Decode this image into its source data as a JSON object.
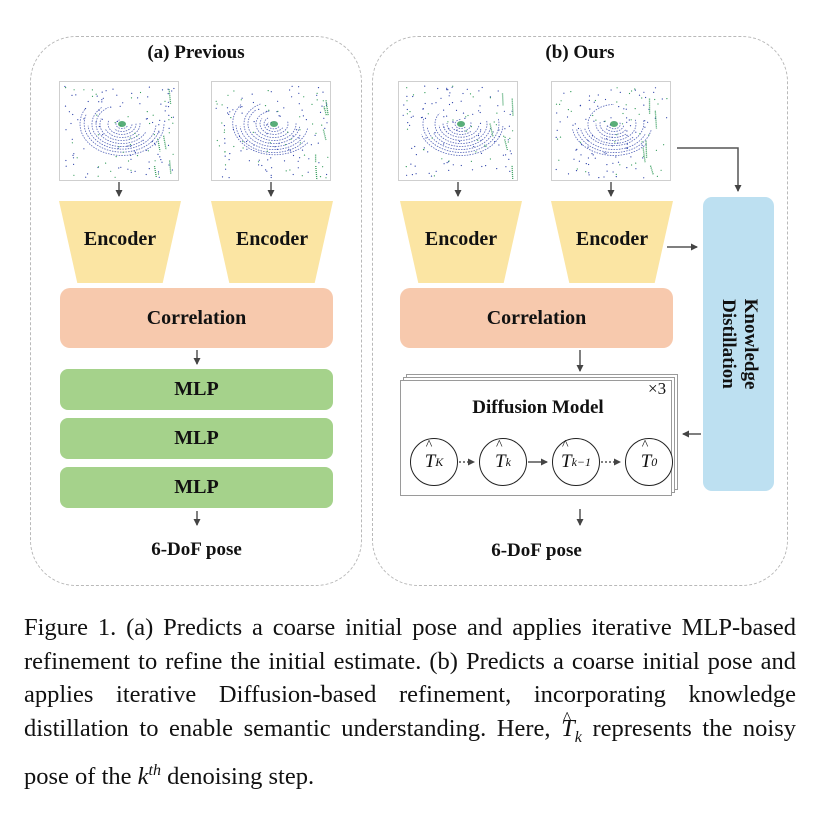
{
  "panels": {
    "previous": {
      "title": "(a) Previous",
      "encoder_left": "Encoder",
      "encoder_right": "Encoder",
      "correlation": "Correlation",
      "mlp_blocks": [
        "MLP",
        "MLP",
        "MLP"
      ],
      "output": "6-DoF pose"
    },
    "ours": {
      "title": "(b) Ours",
      "encoder_left": "Encoder",
      "encoder_right": "Encoder",
      "correlation": "Correlation",
      "diffusion_title": "Diffusion Model",
      "repeat_marker": "×3",
      "nodes": [
        {
          "sym": "T",
          "sub": "K"
        },
        {
          "sym": "T",
          "sub": "k"
        },
        {
          "sym": "T",
          "sub": "k−1"
        },
        {
          "sym": "T",
          "sub": "0"
        }
      ],
      "kd_line1": "Knowledge",
      "kd_line2": "Distillation",
      "output": "6-DoF pose"
    }
  },
  "colors": {
    "encoder": "#fbe5a3",
    "correlation": "#f7c9ad",
    "mlp": "#a5d28b",
    "knowledge_distillation": "#bde0f1",
    "scan_points_primary": "#2a3fa8",
    "scan_points_secondary": "#2f9a57"
  },
  "caption": {
    "part1": "Figure 1.  (a) Predicts a coarse initial pose and applies iterative MLP-based refinement to refine the initial estimate.  (b) Predicts a coarse initial pose and applies iterative Diffusion-based refinement, incorporating knowledge distillation to enable semantic understanding. Here, ",
    "symbol": "T",
    "symbol_sub": "k",
    "part2": " represents the noisy pose of the ",
    "k": "k",
    "th": "th",
    "part3": " denoising step."
  }
}
